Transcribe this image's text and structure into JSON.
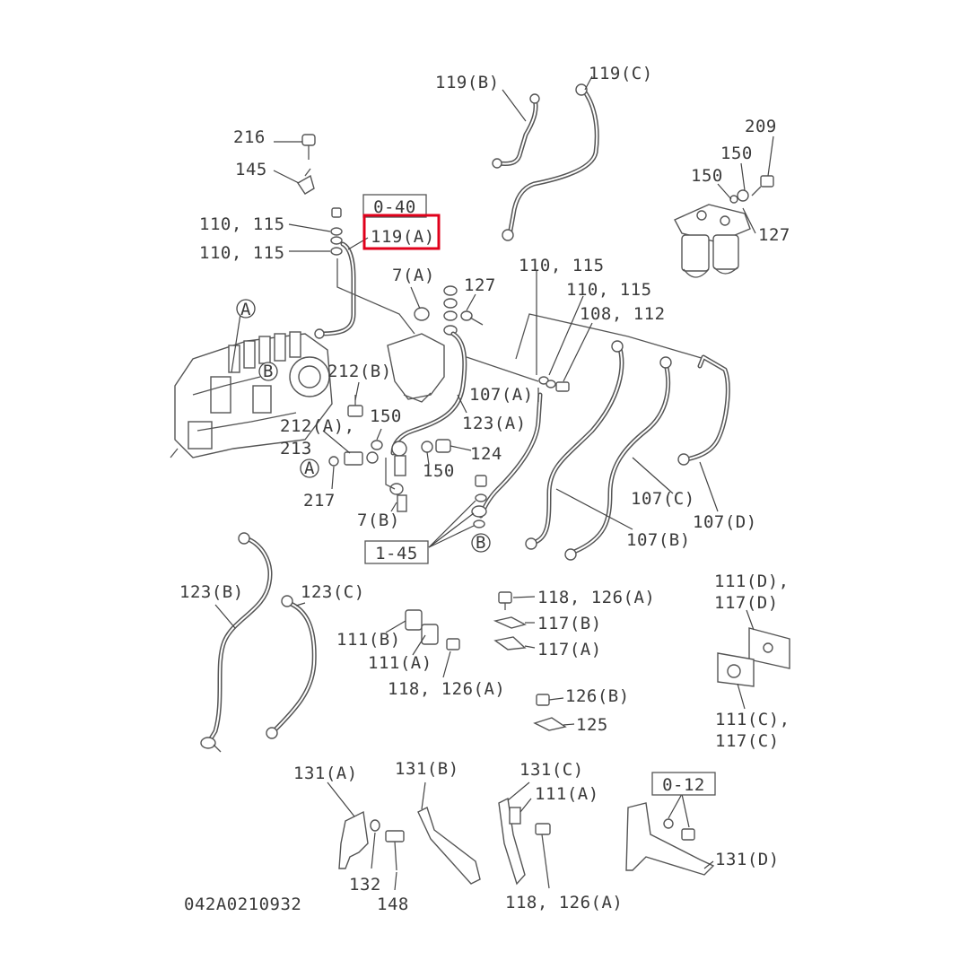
{
  "drawing_number": "042A0210932",
  "highlighted_label": "119(A)",
  "highlight_color": "#e0001b",
  "callouts": {
    "c_119b": "119(B)",
    "c_119c": "119(C)",
    "c_216": "216",
    "c_145": "145",
    "c_209": "209",
    "c_150_top": "150",
    "c_150_left": "150",
    "c_127_filter": "127",
    "c_110_115_a": "110, 115",
    "c_110_115_b": "110, 115",
    "c_119a": "119(A)",
    "c_7a": "7(A)",
    "c_127_mid": "127",
    "c_110_115_c": "110, 115",
    "c_110_115_d": "110, 115",
    "c_108_112": "108, 112",
    "c_A_circle": "A",
    "c_B_circle": "B",
    "c_212b": "212(B)",
    "c_107a": "107(A)",
    "c_123a": "123(A)",
    "c_212a": "212(A),",
    "c_213": "213",
    "c_150_mid": "150",
    "c_124": "124",
    "c_150_low": "150",
    "c_A_circle2": "A",
    "c_217": "217",
    "c_7b": "7(B)",
    "c_107c": "107(C)",
    "c_107d": "107(D)",
    "c_107b": "107(B)",
    "c_B_circle2": "B",
    "c_123b": "123(B)",
    "c_123c": "123(C)",
    "c_118_126a_top": "118, 126(A)",
    "c_117b": "117(B)",
    "c_117a": "117(A)",
    "c_111b": "111(B)",
    "c_111a_mid": "111(A)",
    "c_118_126a_mid": "118, 126(A)",
    "c_111d": "111(D),",
    "c_117d": "117(D)",
    "c_126b": "126(B)",
    "c_125": "125",
    "c_111c": "111(C),",
    "c_117c": "117(C)",
    "c_131a": "131(A)",
    "c_131b": "131(B)",
    "c_131c": "131(C)",
    "c_111a_low": "111(A)",
    "c_132": "132",
    "c_148": "148",
    "c_118_126a_low": "118, 126(A)",
    "c_131d": "131(D)"
  },
  "ref_boxes": {
    "r_040": "0-40",
    "r_145": "1-45",
    "r_012": "0-12"
  }
}
